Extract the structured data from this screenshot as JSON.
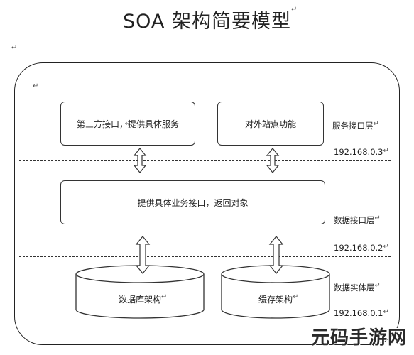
{
  "title": "SOA 架构简要模型",
  "boxes": {
    "third_party": "第三方接口，提供具体服务",
    "external_site": "对外站点功能",
    "business_interface": "提供具体业务接口，返回对象",
    "database": "数据库架构",
    "cache": "缓存架构"
  },
  "layers": {
    "service_layer": "服务接口层",
    "service_ip": "192.168.0.3",
    "data_interface_layer": "数据接口层",
    "data_interface_ip": "192.168.0.2",
    "data_entity_layer": "数据实体层",
    "data_entity_ip": "192.168.0.1"
  },
  "watermark": "元码手游网",
  "return_mark": "↵"
}
